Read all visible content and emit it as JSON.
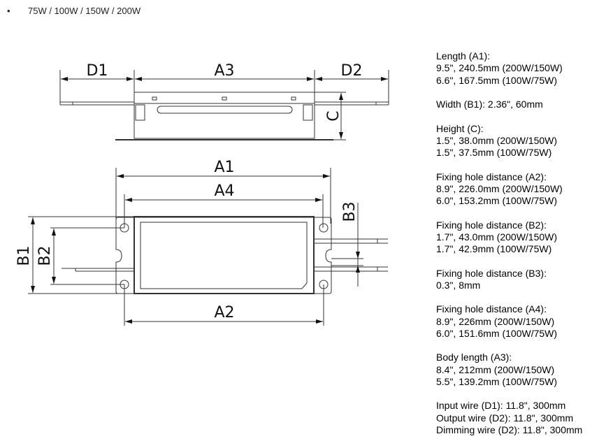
{
  "header": {
    "bullet": "•",
    "models": "75W / 100W / 150W / 200W"
  },
  "drawing": {
    "labels": {
      "D1": "D1",
      "A3": "A3",
      "D2": "D2",
      "C": "C",
      "A1": "A1",
      "A4": "A4",
      "A2": "A2",
      "B1": "B1",
      "B2": "B2",
      "B3": "B3"
    },
    "line_color": "#333333"
  },
  "specs": [
    {
      "title": "Length (A1):",
      "lines": [
        "9.5\", 240.5mm (200W/150W)",
        "6.6\", 167.5mm (100W/75W)"
      ]
    },
    {
      "title": "Width (B1): 2.36\", 60mm",
      "lines": []
    },
    {
      "title": "Height (C):",
      "lines": [
        "1.5\", 38.0mm (200W/150W)",
        "1.5\", 37.5mm (100W/75W)"
      ]
    },
    {
      "title": "Fixing hole distance (A2):",
      "lines": [
        "8.9\", 226.0mm (200W/150W)",
        "6.0\", 153.2mm (100W/75W)"
      ]
    },
    {
      "title": "Fixing hole distance (B2):",
      "lines": [
        "1.7\", 43.0mm (200W/150W)",
        "1.7\", 42.9mm (100W/75W)"
      ]
    },
    {
      "title": "Fixing hole distance (B3):",
      "lines": [
        "0.3\", 8mm"
      ]
    },
    {
      "title": "Fixing hole distance (A4):",
      "lines": [
        "8.9\", 226mm (200W/150W)",
        "6.0\", 151.6mm (100W/75W)"
      ]
    },
    {
      "title": "Body length (A3):",
      "lines": [
        "8.4\", 212mm (200W/150W)",
        "5.5\", 139.2mm (100W/75W)"
      ]
    },
    {
      "title": "Input wire (D1): 11.8\", 300mm",
      "lines": [
        "Output wire (D2): 11.8\", 300mm",
        "Dimming wire (D2): 11.8\", 300mm"
      ]
    }
  ]
}
